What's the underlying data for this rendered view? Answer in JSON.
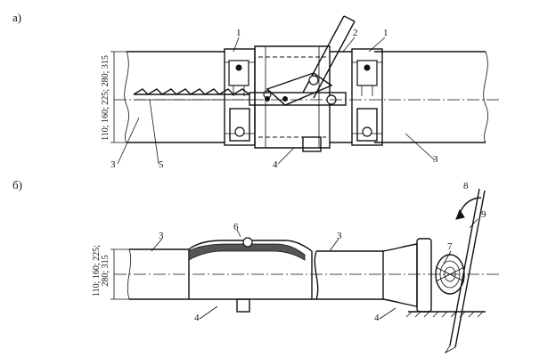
{
  "panels": {
    "a": {
      "label": "а)"
    },
    "b": {
      "label": "б)"
    }
  },
  "dimension_labels": {
    "a": "110; 160; 225; 280; 315",
    "b_line1": "110; 160; 225;",
    "b_line2": "280; 315"
  },
  "callouts": {
    "a": [
      {
        "id": "a-1-left",
        "text": "1"
      },
      {
        "id": "a-2",
        "text": "2"
      },
      {
        "id": "a-1-right",
        "text": "1"
      },
      {
        "id": "a-3-left",
        "text": "3"
      },
      {
        "id": "a-5",
        "text": "5"
      },
      {
        "id": "a-4",
        "text": "4"
      },
      {
        "id": "a-3-right",
        "text": "3"
      }
    ],
    "b": [
      {
        "id": "b-3-left",
        "text": "3"
      },
      {
        "id": "b-6",
        "text": "6"
      },
      {
        "id": "b-3-mid",
        "text": "3"
      },
      {
        "id": "b-8",
        "text": "8"
      },
      {
        "id": "b-9",
        "text": "9"
      },
      {
        "id": "b-7",
        "text": "7"
      },
      {
        "id": "b-4-left",
        "text": "4"
      },
      {
        "id": "b-4-right",
        "text": "4"
      }
    ]
  },
  "colors": {
    "ink": "#111111",
    "background": "#ffffff"
  }
}
